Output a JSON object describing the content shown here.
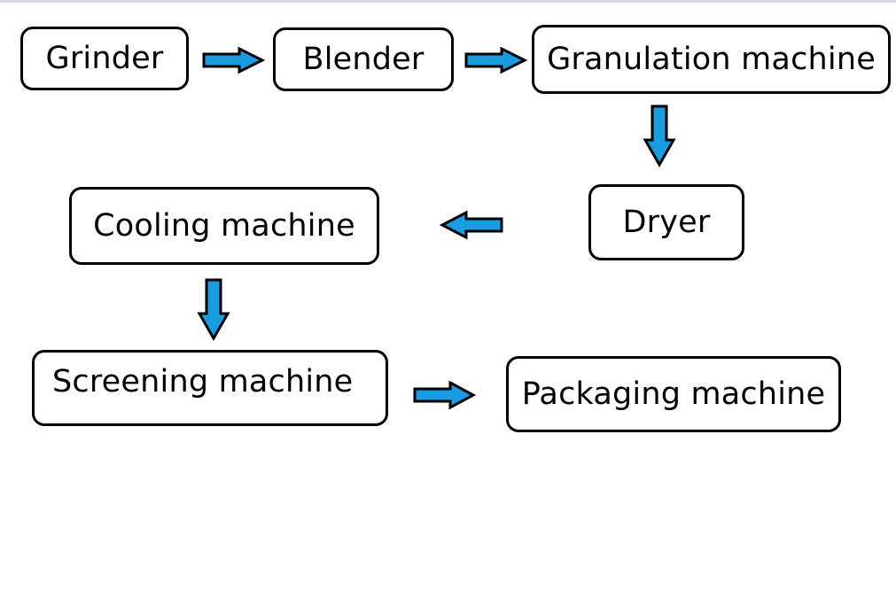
{
  "diagram": {
    "steps": [
      {
        "id": "grinder",
        "label": "Grinder"
      },
      {
        "id": "blender",
        "label": "Blender"
      },
      {
        "id": "granulation",
        "label": "Granulation machine"
      },
      {
        "id": "dryer",
        "label": "Dryer"
      },
      {
        "id": "cooling",
        "label": "Cooling machine"
      },
      {
        "id": "screening",
        "label": "Screening machine"
      },
      {
        "id": "packaging",
        "label": "Packaging machine"
      }
    ],
    "flow": [
      {
        "from": "grinder",
        "to": "blender",
        "direction": "right"
      },
      {
        "from": "blender",
        "to": "granulation",
        "direction": "right"
      },
      {
        "from": "granulation",
        "to": "dryer",
        "direction": "down"
      },
      {
        "from": "dryer",
        "to": "cooling",
        "direction": "left"
      },
      {
        "from": "cooling",
        "to": "screening",
        "direction": "down"
      },
      {
        "from": "screening",
        "to": "packaging",
        "direction": "right"
      }
    ]
  },
  "style": {
    "arrow_fill": "#1a9ce0",
    "box_border": "#000000",
    "background": "#ffffff"
  }
}
